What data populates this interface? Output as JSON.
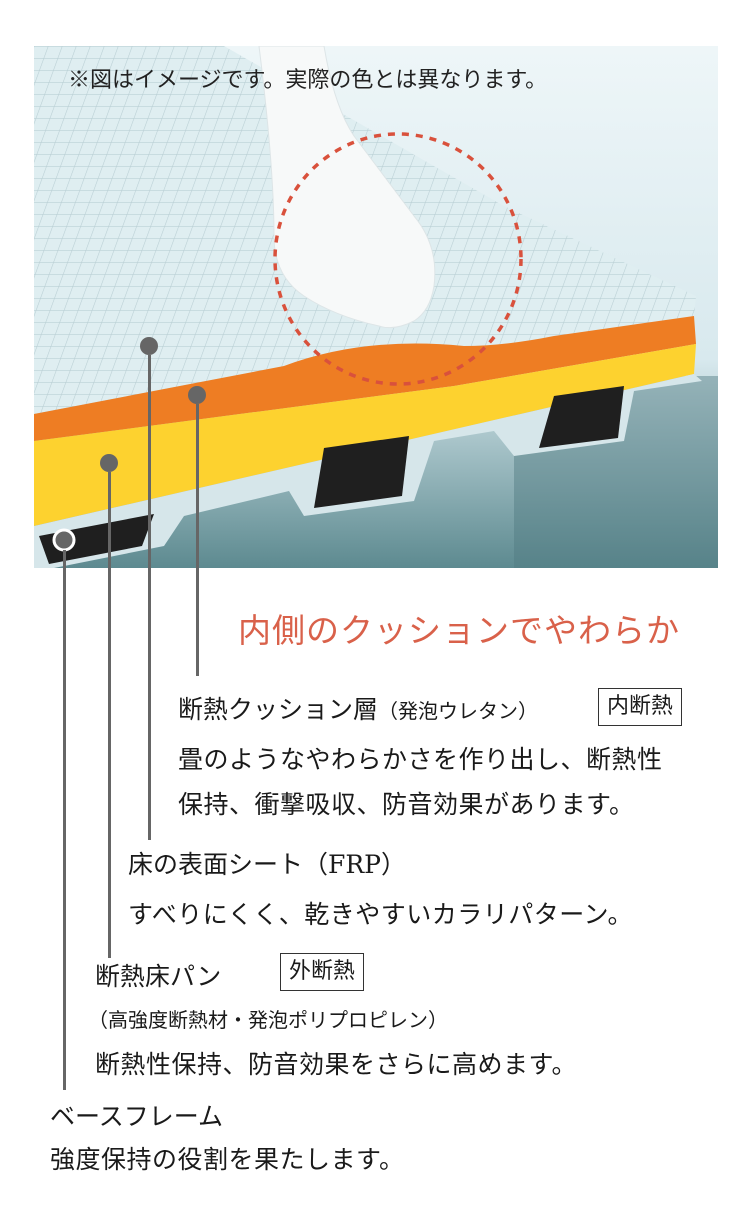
{
  "image": {
    "note": "※図はイメージです。実際の色とは異なります。",
    "colors": {
      "orange_layer": "#ee7d23",
      "yellow_layer": "#fdd22f",
      "highlight_circle": "#d9513c",
      "tile": "#dce9ec"
    }
  },
  "headline": "内側のクッションでやわらか",
  "items": [
    {
      "title": "断熱クッション層",
      "title_sub": "（発泡ウレタン）",
      "badge": "内断熱",
      "lines": [
        "畳のようなやわらかさを作り出し、断熱性",
        "保持、衝撃吸収、防音効果があります。"
      ]
    },
    {
      "title": "床の表面シート（FRP）",
      "lines": [
        "すべりにくく、乾きやすいカラリパターン。"
      ]
    },
    {
      "title": "断熱床パン",
      "badge": "外断熱",
      "subtitle": "（高強度断熱材・発泡ポリプロピレン）",
      "lines": [
        "断熱性保持、防音効果をさらに高めます。"
      ]
    },
    {
      "title": "ベースフレーム",
      "lines": [
        "強度保持の役割を果たします。"
      ]
    }
  ]
}
